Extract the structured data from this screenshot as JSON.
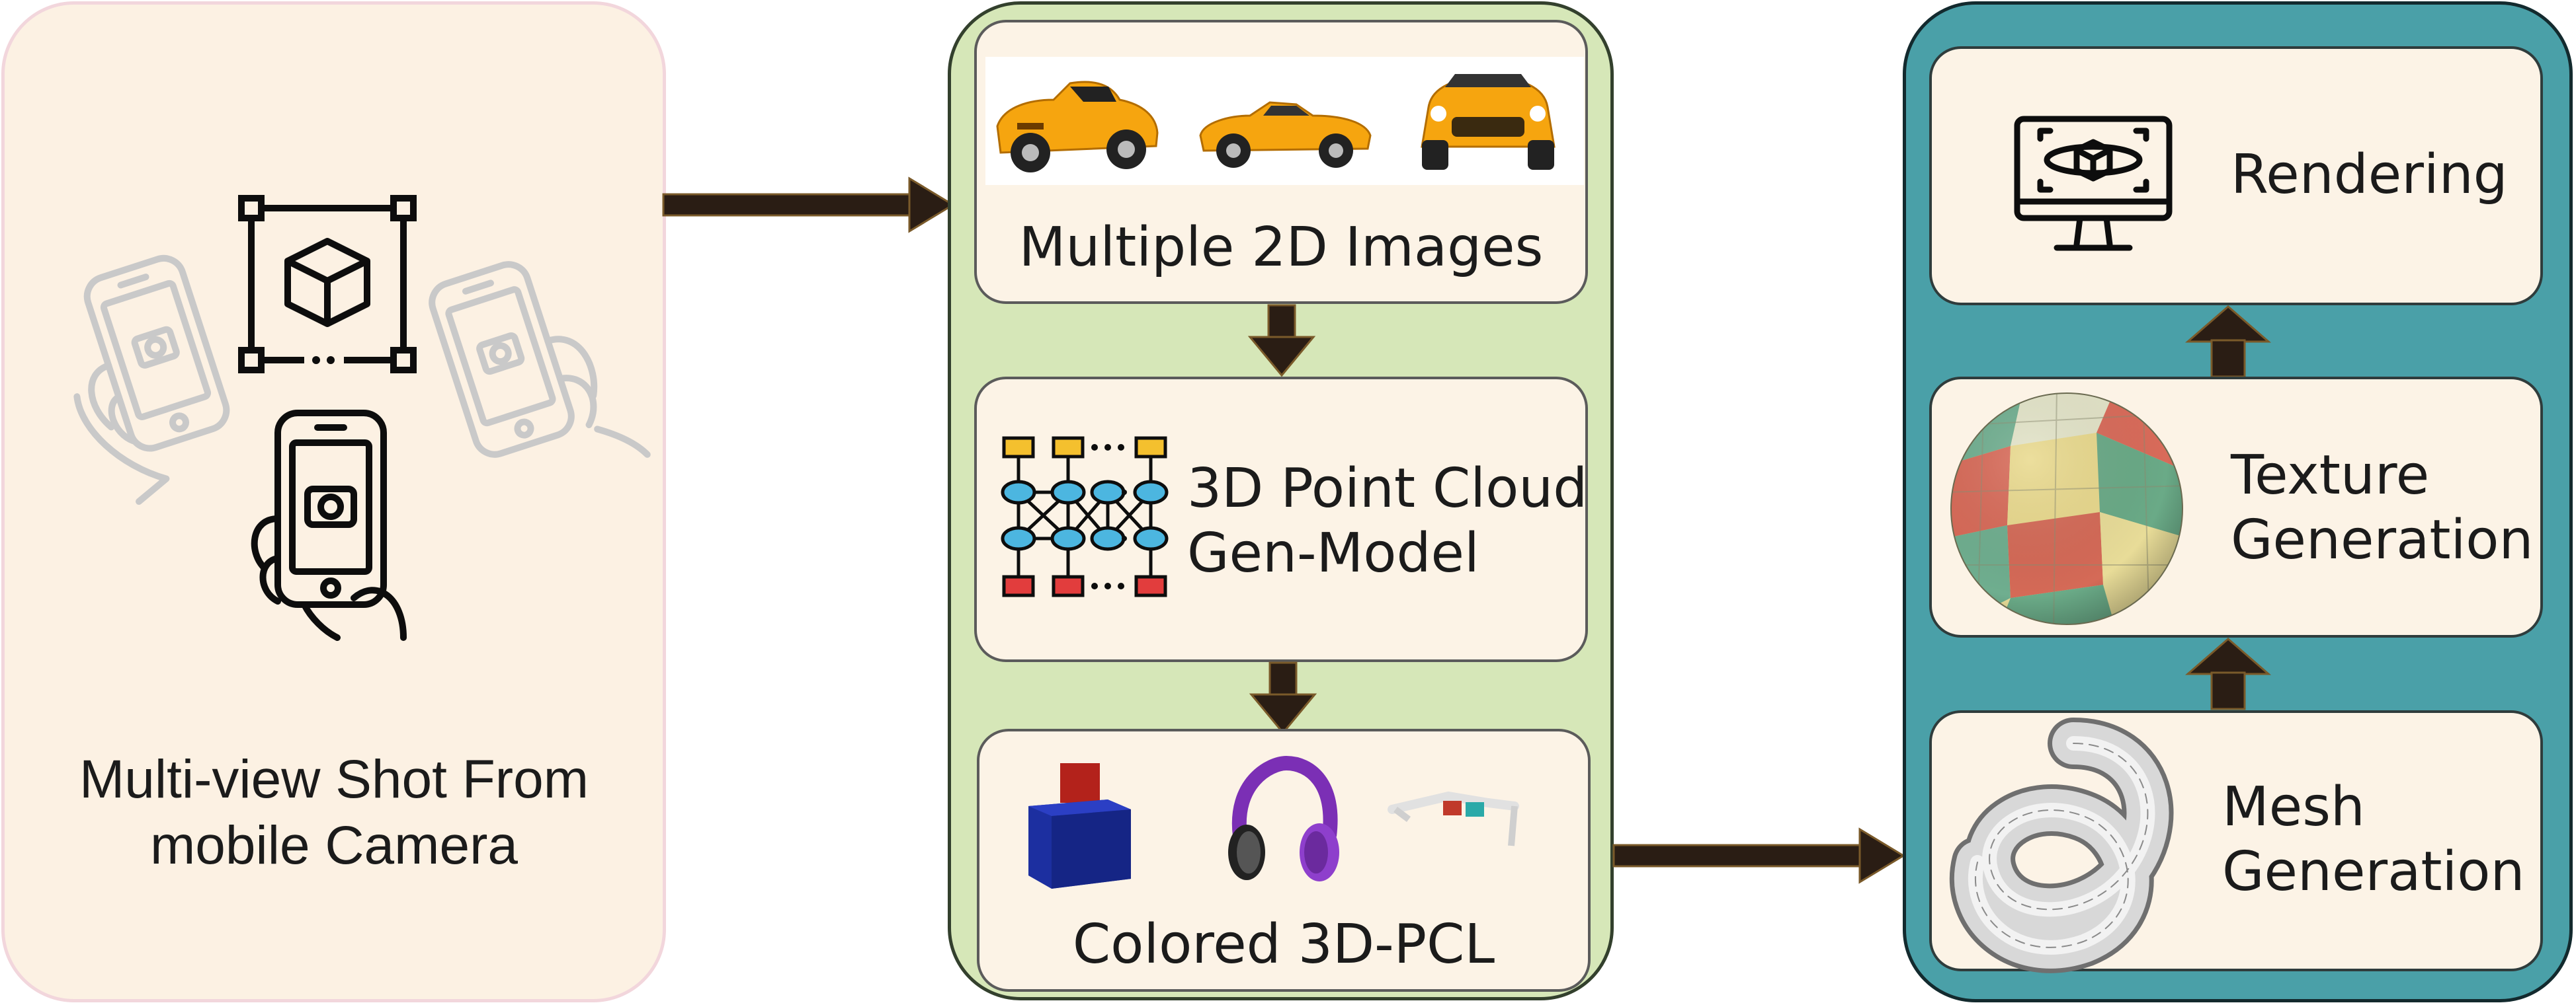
{
  "capture": {
    "caption_line1": "Multi-view Shot From",
    "caption_line2": "mobile Camera"
  },
  "pipeline": {
    "images_label": "Multiple 2D Images",
    "model_label_line1": "3D Point Cloud",
    "model_label_line2": "Gen-Model",
    "pcl_label": "Colored 3D-PCL"
  },
  "render": {
    "rendering_label": "Rendering",
    "texture_label_line1": "Texture",
    "texture_label_line2": "Generation",
    "mesh_label_line1": "Mesh",
    "mesh_label_line2": "Generation"
  },
  "colors": {
    "capture_bg": "#fcf1e3",
    "pipeline_bg": "#d6e7b8",
    "render_bg": "#4aa0a8",
    "arrow": "#2a1d14",
    "car": "#f6a50f"
  }
}
